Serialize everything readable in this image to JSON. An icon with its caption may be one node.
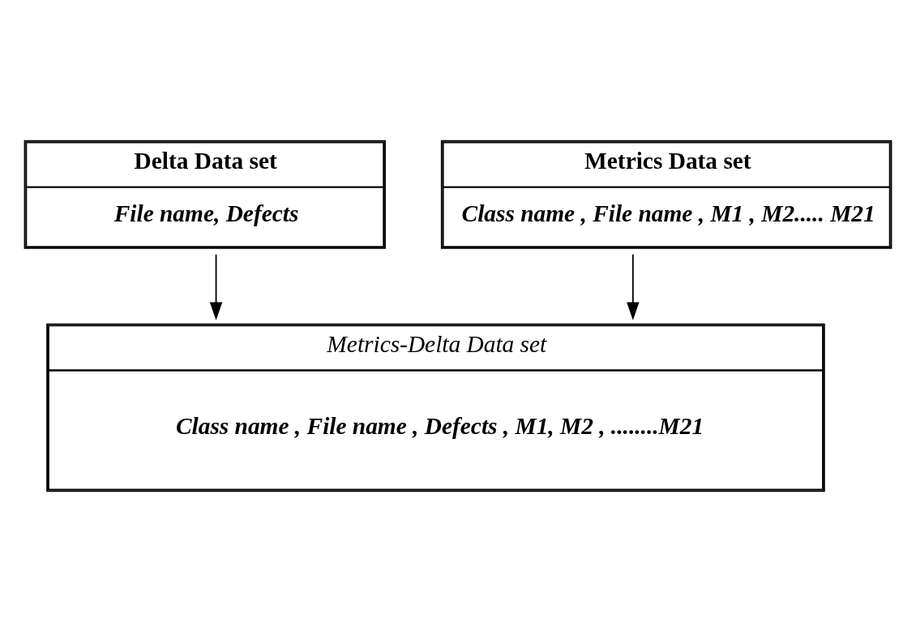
{
  "diagram": {
    "nodes": [
      {
        "text": [
          "Delta Data set",
          "File name, Defects"
        ]
      },
      {
        "text": [
          "Metrics Data set",
          "Class name , File name , M1 , M2..... M21"
        ]
      },
      {
        "text": [
          "Metrics-Delta Data set",
          "Class name , File name , Defects , M1, M2 , ........M21"
        ]
      }
    ],
    "edges": [
      {
        "from": 0,
        "to": 2,
        "arrow": "to"
      },
      {
        "from": 1,
        "to": 2,
        "arrow": "to"
      }
    ]
  }
}
